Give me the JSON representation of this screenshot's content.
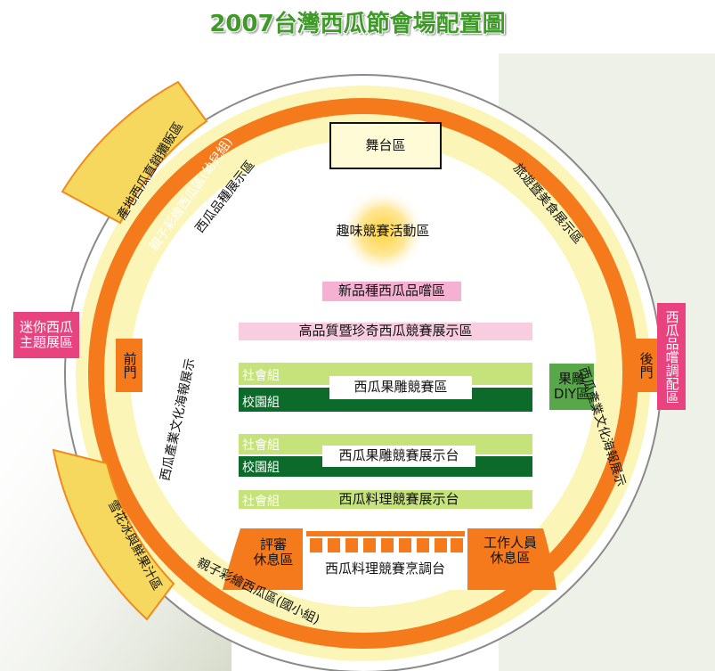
{
  "title": "2007台灣西瓜節會場配置圖",
  "colors": {
    "outer_ring": "#fffbd6",
    "orange": "#f47a1c",
    "pale_yellow": "#fbf6b7",
    "yellow_label": "#f7d85e",
    "hot_pink": "#e8437f",
    "dark_green": "#0c6b2b",
    "light_green": "#c6e27b"
  },
  "labels": {
    "stage": "舞台區",
    "fun_activity": "趣味競賽活動區",
    "new_variety": "新品種西瓜品嚐區",
    "high_quality": "高品質暨珍奇西瓜競賽展示區",
    "carving_contest": "西瓜果雕競賽區",
    "carving_display": "西瓜果雕競賽展示台",
    "cooking_display": "西瓜料理競賽展示台",
    "cooking_table": "西瓜料理競賽烹調台",
    "society": "社會組",
    "campus": "校園組",
    "diy": "果雕\nDIY區",
    "front_gate": "前門",
    "back_gate": "後門",
    "judges_rest": "評審\n休息區",
    "staff_rest": "工作人員\n休息區",
    "mini_watermelon": "迷你西瓜\n主題展區",
    "tasting_area": "西瓜品嚐調配區",
    "sales_area": "產地西瓜直銷攤販區",
    "shared_stall": "雪花冰與鮮果汁區",
    "variety_display": "西瓜品種展示區",
    "tourism_display": "旅遊暨美食展示區",
    "culture_left": "西瓜產業文化海報展示",
    "culture_right": "西瓜產業文化海報展示",
    "parent_child_kindergarten": "親子彩繪西瓜區(幼兒組)",
    "parent_child_elementary": "親子彩繪西瓜區(國小組)"
  }
}
